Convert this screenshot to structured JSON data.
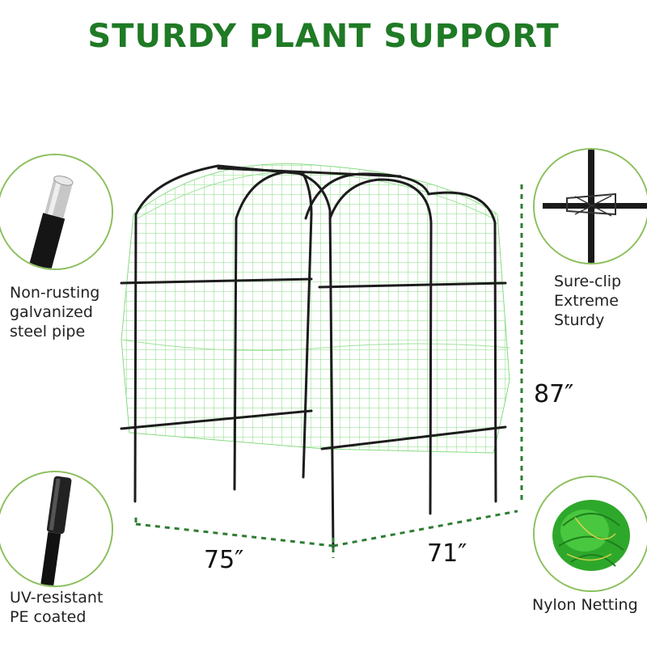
{
  "title": "STURDY PLANT SUPPORT",
  "features": {
    "top_left": "Non-rusting\ngalvanized\nsteel pipe",
    "bottom_left": "UV-resistant\nPE coated",
    "top_right": "Sure-clip\nExtreme\nSturdy",
    "bottom_right": "Nylon Netting"
  },
  "dimensions": {
    "width": "75″",
    "depth": "71″",
    "height": "87″"
  },
  "colors": {
    "title": "#1f7a25",
    "net": "#5fcf5a",
    "frame": "#1c1c1c",
    "dash": "#2e7d32"
  }
}
